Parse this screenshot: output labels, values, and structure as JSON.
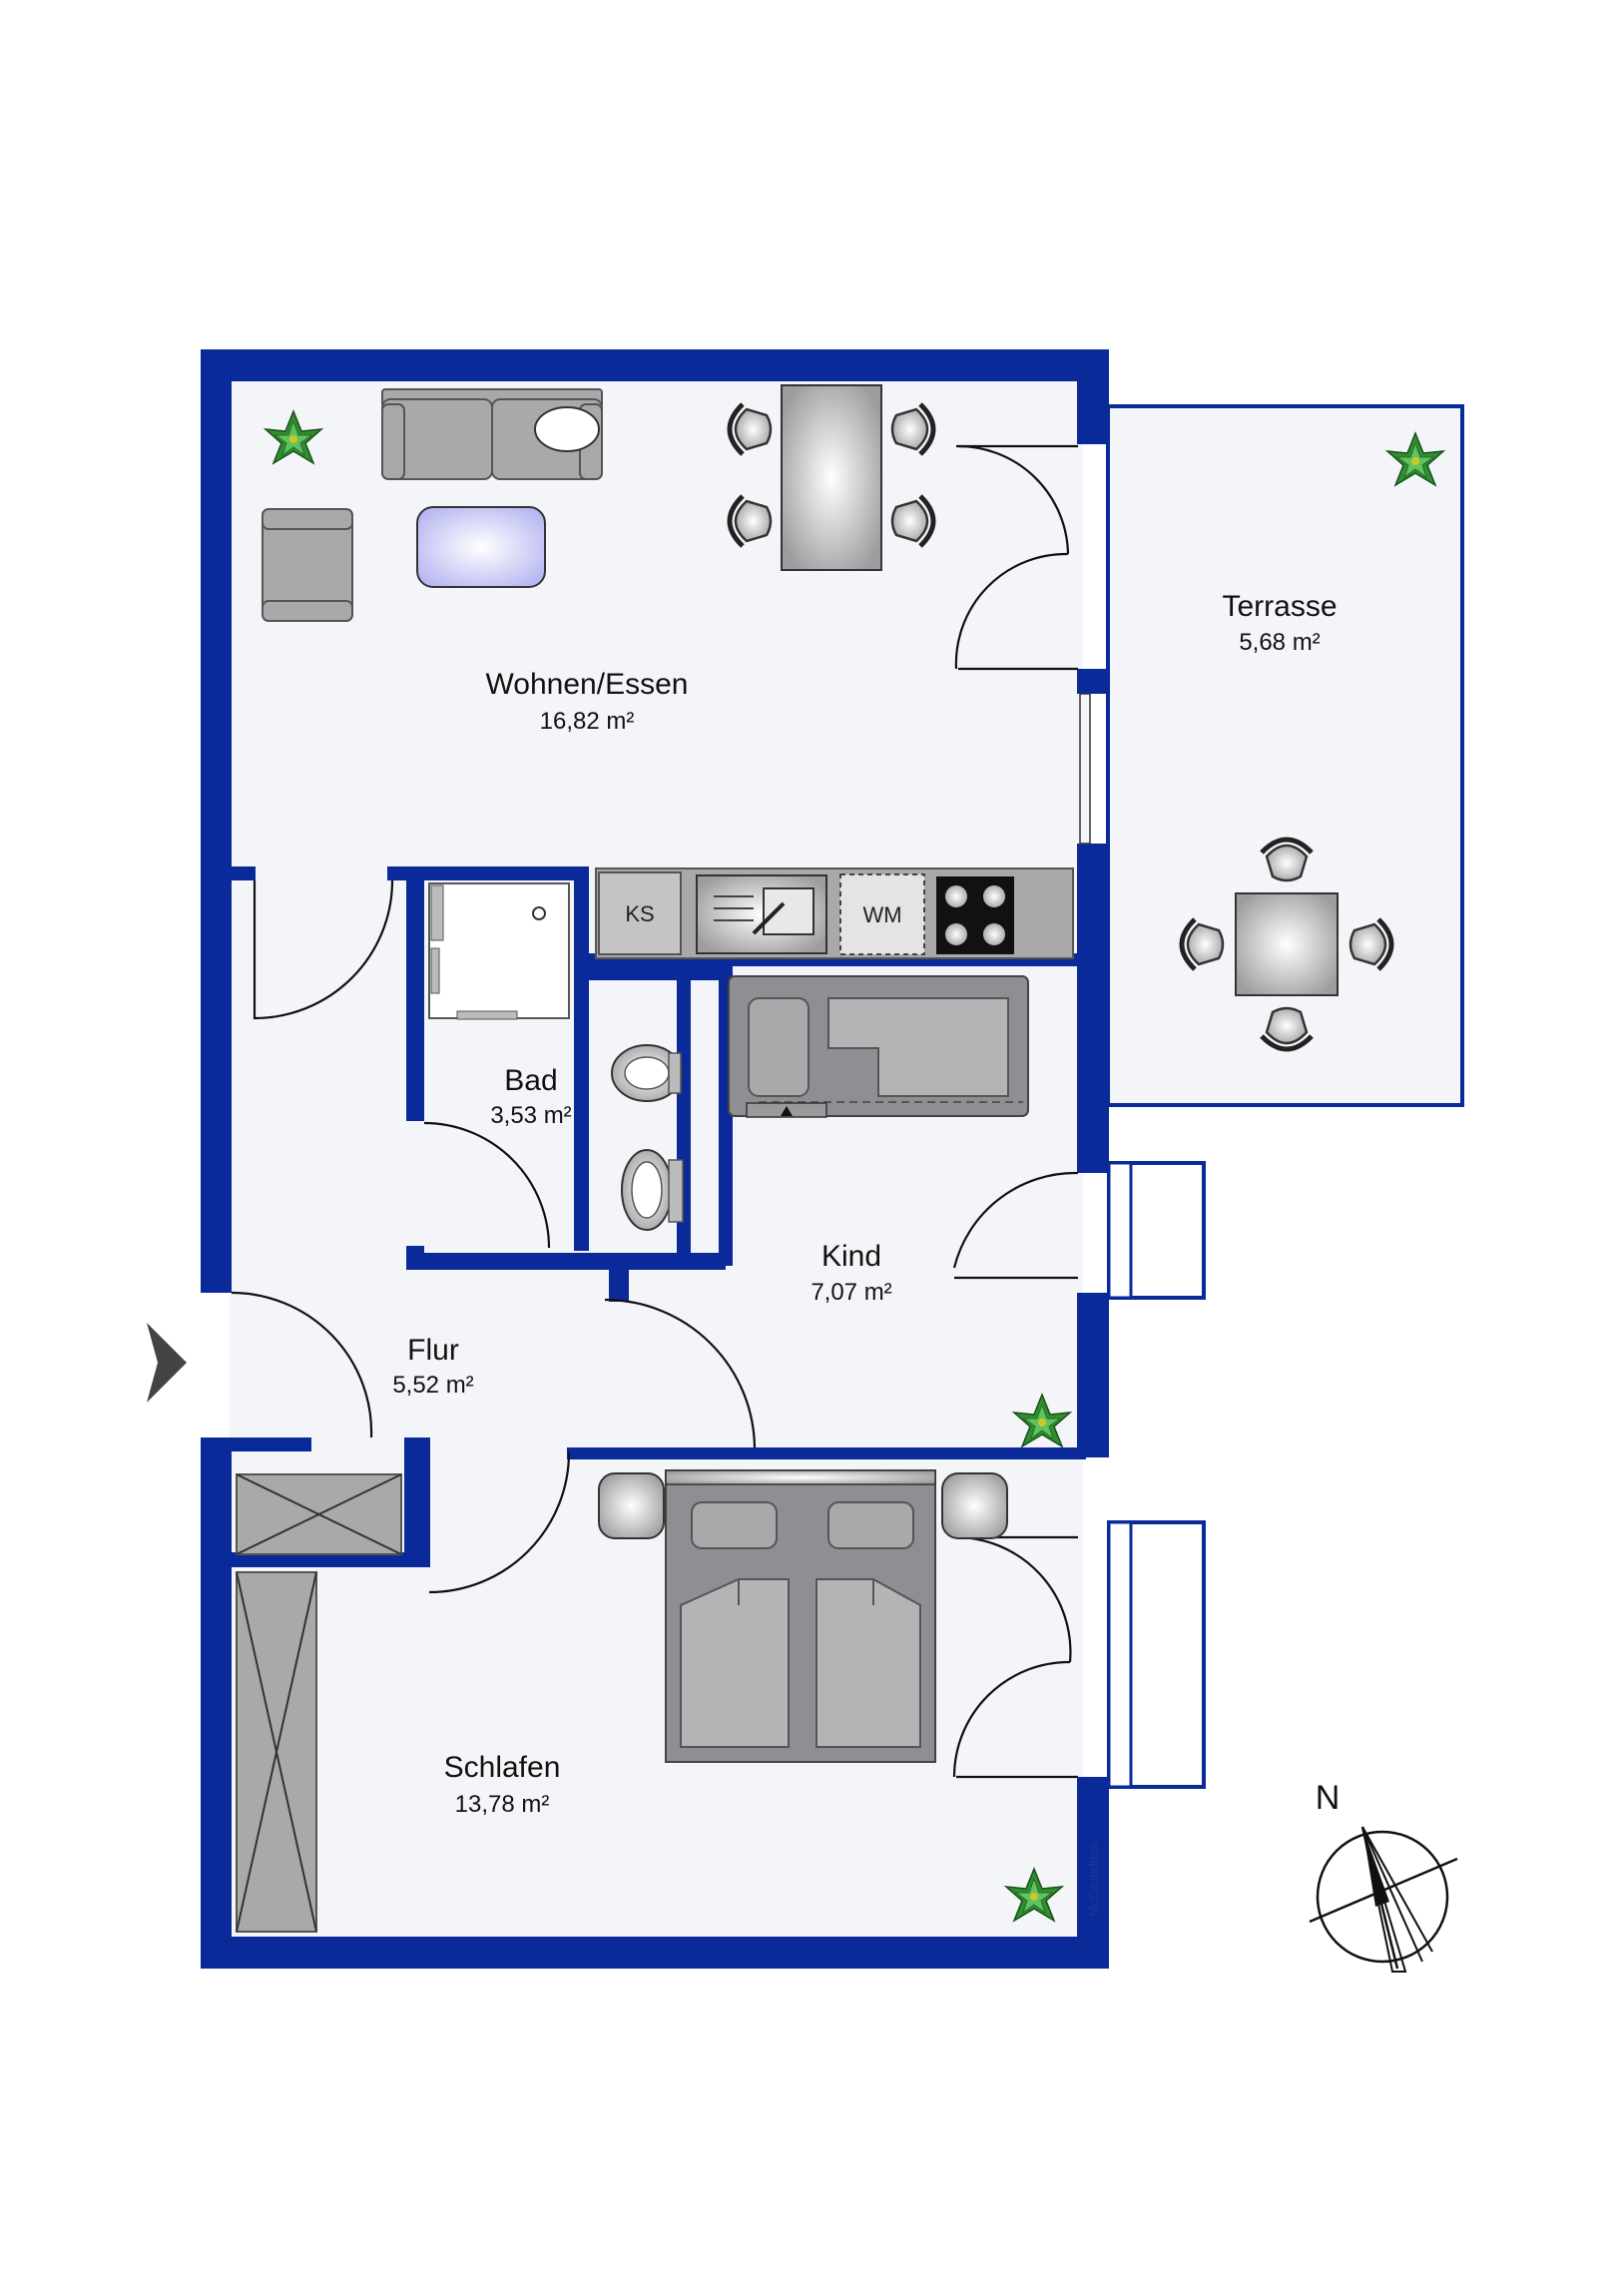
{
  "rooms": {
    "wohnen": {
      "name": "Wohnen/Essen",
      "area": "16,82 m²"
    },
    "terrasse": {
      "name": "Terrasse",
      "area": "5,68 m²"
    },
    "bad": {
      "name": "Bad",
      "area": "3,53 m²"
    },
    "kind": {
      "name": "Kind",
      "area": "7,07 m²"
    },
    "flur": {
      "name": "Flur",
      "area": "5,52 m²"
    },
    "schlafen": {
      "name": "Schlafen",
      "area": "13,78 m²"
    }
  },
  "appliances": {
    "fridge": "KS",
    "washer": "WM"
  },
  "compass": {
    "label": "N"
  },
  "credit": "McGrundriss",
  "colors": {
    "wall": "#0a2a9a",
    "floor": "#f4f5f8",
    "furniture": "#a9a9ac"
  }
}
